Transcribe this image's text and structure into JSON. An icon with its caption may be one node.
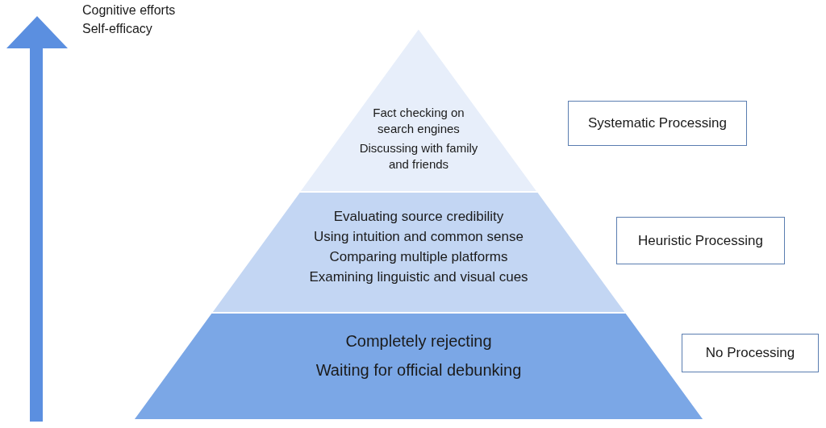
{
  "diagram": {
    "nodes": [
      {
        "text": [
          "Fact checking on search engines",
          "Discussing with family and friends"
        ]
      },
      {
        "text": [
          "Evaluating source credibility",
          "Using intuition and common sense",
          "Comparing multiple platforms",
          "Examining linguistic and visual cues"
        ]
      },
      {
        "text": [
          "Completely rejecting",
          "Waiting for official debunking"
        ]
      },
      {
        "text": [
          "Systematic Processing"
        ]
      },
      {
        "text": [
          "Heuristic Processing"
        ]
      },
      {
        "text": [
          "No Processing"
        ]
      }
    ],
    "labels": [
      "Cognitive efforts",
      "Self-efficacy"
    ]
  }
}
